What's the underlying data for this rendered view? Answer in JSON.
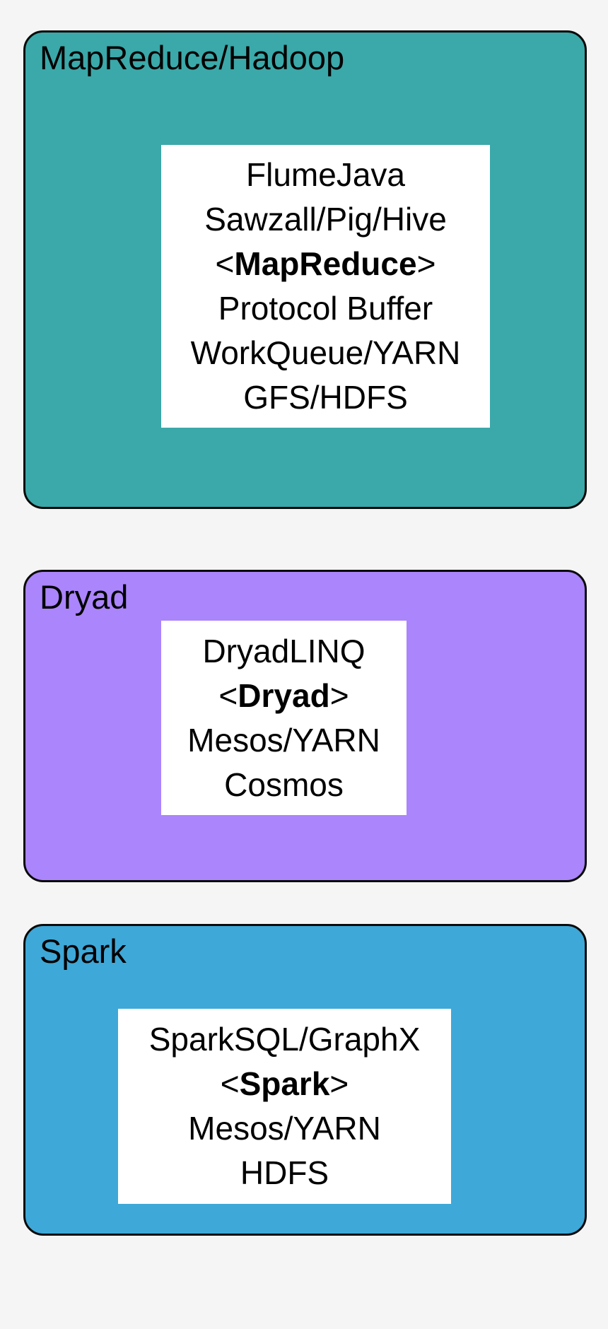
{
  "page": {
    "background": "#F5F5F6",
    "border_color": "#0a0a0a"
  },
  "panels": [
    {
      "id": "mapreduce-hadoop",
      "title": "MapReduce/Hadoop",
      "fill": "#3BA8A9",
      "lines": [
        {
          "text": "FlumeJava"
        },
        {
          "text": "Sawzall/Pig/Hive"
        },
        {
          "pre": "<",
          "bold": "MapReduce",
          "post": ">"
        },
        {
          "text": "Protocol Buffer"
        },
        {
          "text": "WorkQueue/YARN"
        },
        {
          "text": "GFS/HDFS"
        }
      ]
    },
    {
      "id": "dryad",
      "title": "Dryad",
      "fill": "#AB85FB",
      "lines": [
        {
          "text": "DryadLINQ"
        },
        {
          "pre": "<",
          "bold": "Dryad",
          "post": ">"
        },
        {
          "text": "Mesos/YARN"
        },
        {
          "text": "Cosmos"
        }
      ]
    },
    {
      "id": "spark",
      "title": "Spark",
      "fill": "#3EA8D8",
      "lines": [
        {
          "text": "SparkSQL/GraphX"
        },
        {
          "pre": "<",
          "bold": "Spark",
          "post": ">"
        },
        {
          "text": "Mesos/YARN"
        },
        {
          "text": "HDFS"
        }
      ]
    }
  ]
}
